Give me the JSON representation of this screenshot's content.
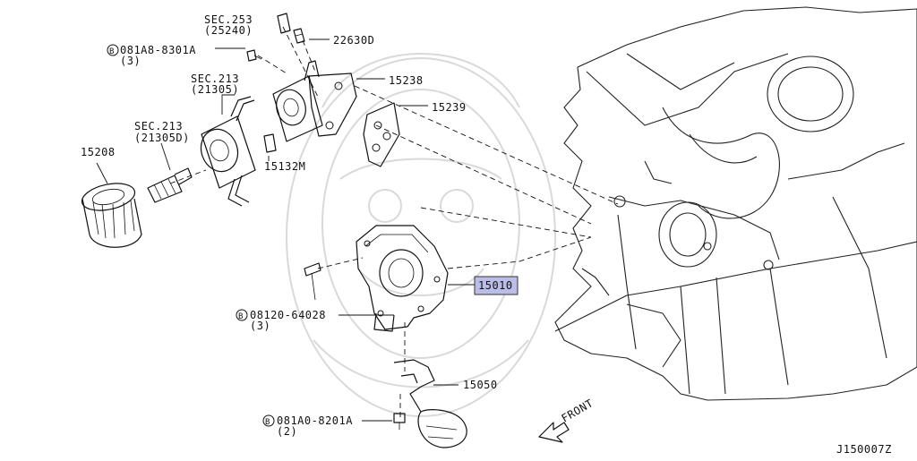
{
  "labels": {
    "sec253": "SEC.253",
    "sec253_ref": "(25240)",
    "p22630": "22630D",
    "bolt1_code": "081A8-8301A",
    "bolt1_qty": "(3)",
    "sec213a": "SEC.213",
    "sec213a_ref": "(21305)",
    "p15238": "15238",
    "p15239": "15239",
    "sec213b": "SEC.213",
    "sec213b_ref": "(21305D)",
    "p15208": "15208",
    "p15132": "15132M",
    "p15010": "15010",
    "bolt2_code": "08120-64028",
    "bolt2_qty": "(3)",
    "p15050": "15050",
    "bolt3_code": "081A0-8201A",
    "bolt3_qty": "(2)",
    "front": "FRONT",
    "diagram_id": "J150007Z",
    "bolt_symbol": "B"
  },
  "colors": {
    "highlight": "#b9bde8",
    "watermark": "#d9d9d9",
    "line": "#111111"
  }
}
